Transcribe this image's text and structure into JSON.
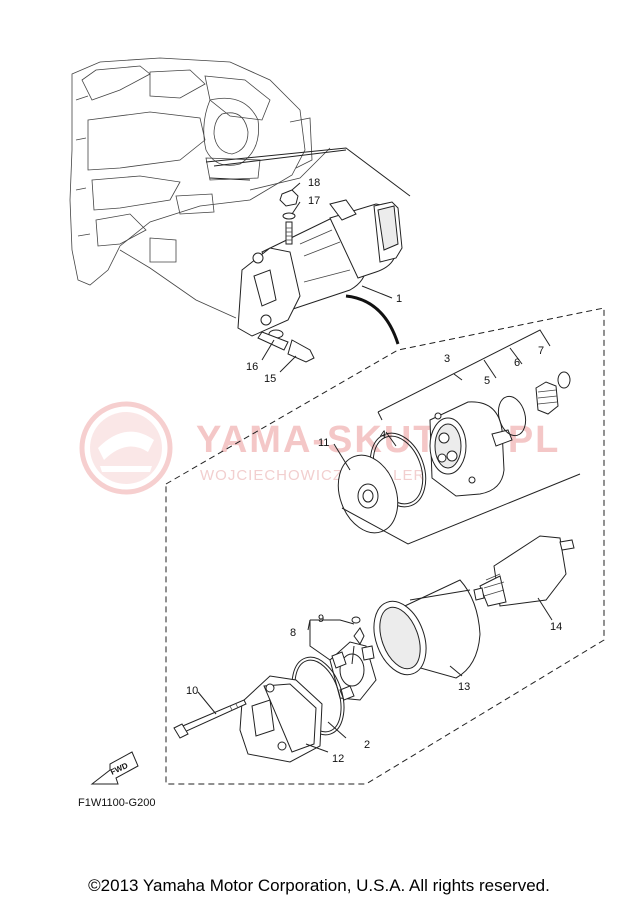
{
  "diagram": {
    "watermark": {
      "brand": "YAMA-SKUTER.PL",
      "subtitle": "WOJCIECHOWICZ - DEALER YAMAHA",
      "color": "#f4c7c7"
    },
    "callouts": [
      {
        "id": "c1",
        "label": "1"
      },
      {
        "id": "c2",
        "label": "2"
      },
      {
        "id": "c3",
        "label": "3"
      },
      {
        "id": "c4",
        "label": "4"
      },
      {
        "id": "c5",
        "label": "5"
      },
      {
        "id": "c6",
        "label": "6"
      },
      {
        "id": "c7",
        "label": "7"
      },
      {
        "id": "c8",
        "label": "8"
      },
      {
        "id": "c9",
        "label": "9"
      },
      {
        "id": "c10",
        "label": "10"
      },
      {
        "id": "c11",
        "label": "11"
      },
      {
        "id": "c12",
        "label": "12"
      },
      {
        "id": "c13",
        "label": "13"
      },
      {
        "id": "c14",
        "label": "14"
      },
      {
        "id": "c15",
        "label": "15"
      },
      {
        "id": "c16",
        "label": "16"
      },
      {
        "id": "c17",
        "label": "17"
      },
      {
        "id": "c18",
        "label": "18"
      }
    ],
    "fwd_label": "FWD",
    "diagram_code": "F1W1100-G200",
    "copyright": "©2013 Yamaha Motor Corporation, U.S.A. All rights reserved."
  }
}
